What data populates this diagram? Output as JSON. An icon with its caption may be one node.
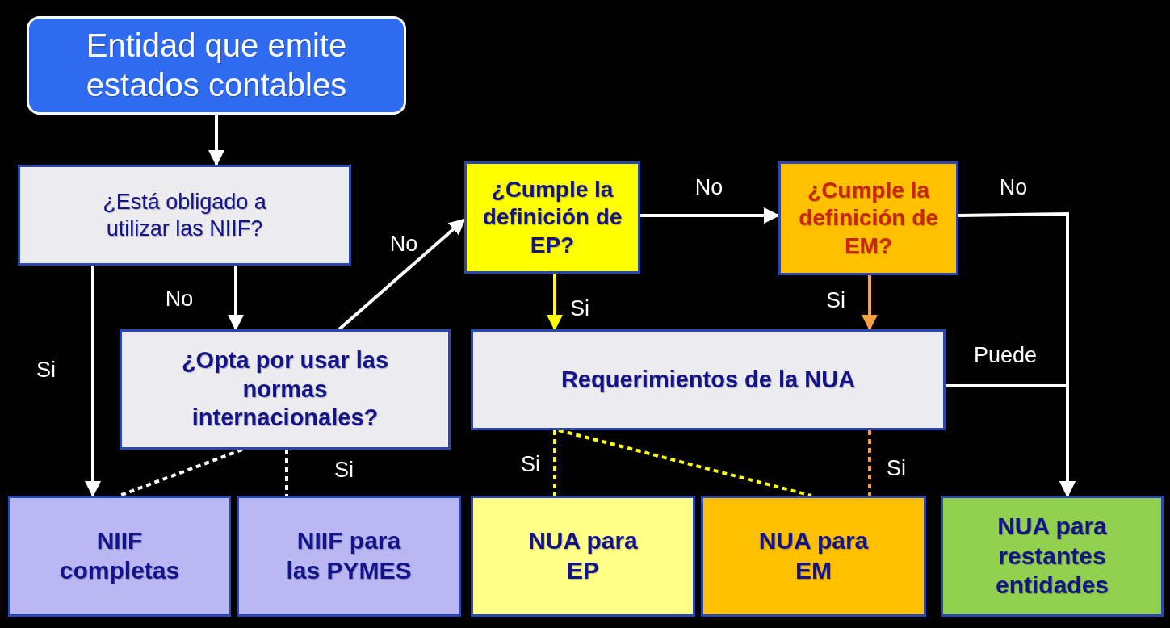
{
  "diagram": {
    "nodes": [
      {
        "text": [
          "Entidad que emite estados contables"
        ]
      },
      {
        "text": [
          "¿Está obligado a utilizar las NIIF?"
        ]
      },
      {
        "text": [
          "¿Opta por usar las normas internacionales?"
        ]
      },
      {
        "text": [
          "¿Cumple la definición de EP?"
        ]
      },
      {
        "text": [
          "¿Cumple la definición de EM?"
        ]
      },
      {
        "text": [
          "Requerimientos de la NUA"
        ]
      },
      {
        "text": [
          "NIIF completas"
        ]
      },
      {
        "text": [
          "NIIF para las PYMES"
        ]
      },
      {
        "text": [
          "NUA para EP"
        ]
      },
      {
        "text": [
          "NUA para EM"
        ]
      },
      {
        "text": [
          "NUA para restantes entidades"
        ]
      }
    ],
    "edges": [
      {
        "from": 0,
        "to": 1,
        "arrow": "to"
      },
      {
        "from": 1,
        "to": 6,
        "arrow": "to",
        "label": "Si"
      },
      {
        "from": 1,
        "to": 2,
        "arrow": "to",
        "label": "No"
      },
      {
        "from": 2,
        "to": 3,
        "arrow": "to",
        "label": "No"
      },
      {
        "from": 3,
        "to": 4,
        "arrow": "to",
        "label": "No"
      },
      {
        "from": 4,
        "to": 10,
        "arrow": "to",
        "label": "No"
      },
      {
        "from": 3,
        "to": 5,
        "arrow": "to",
        "label": "Si",
        "color": "#ffff00"
      },
      {
        "from": 4,
        "to": 5,
        "arrow": "to",
        "label": "Si",
        "color": "#f4a040"
      },
      {
        "from": 5,
        "to": 10,
        "arrow": "to",
        "label": "Puede"
      },
      {
        "from": 2,
        "to": 6,
        "arrow": "none",
        "style": "dashed"
      },
      {
        "from": 2,
        "to": 7,
        "arrow": "none",
        "style": "dashed",
        "label": "Si"
      },
      {
        "from": 5,
        "to": 8,
        "arrow": "none",
        "style": "dashed",
        "color": "#ffff00",
        "label": "Si"
      },
      {
        "from": 5,
        "to": 9,
        "arrow": "none",
        "style": "dashed",
        "color": "#ffff00"
      },
      {
        "from": 5,
        "to": 9,
        "arrow": "none",
        "style": "dashed",
        "color": "#f4a040",
        "label": "Si"
      }
    ]
  }
}
